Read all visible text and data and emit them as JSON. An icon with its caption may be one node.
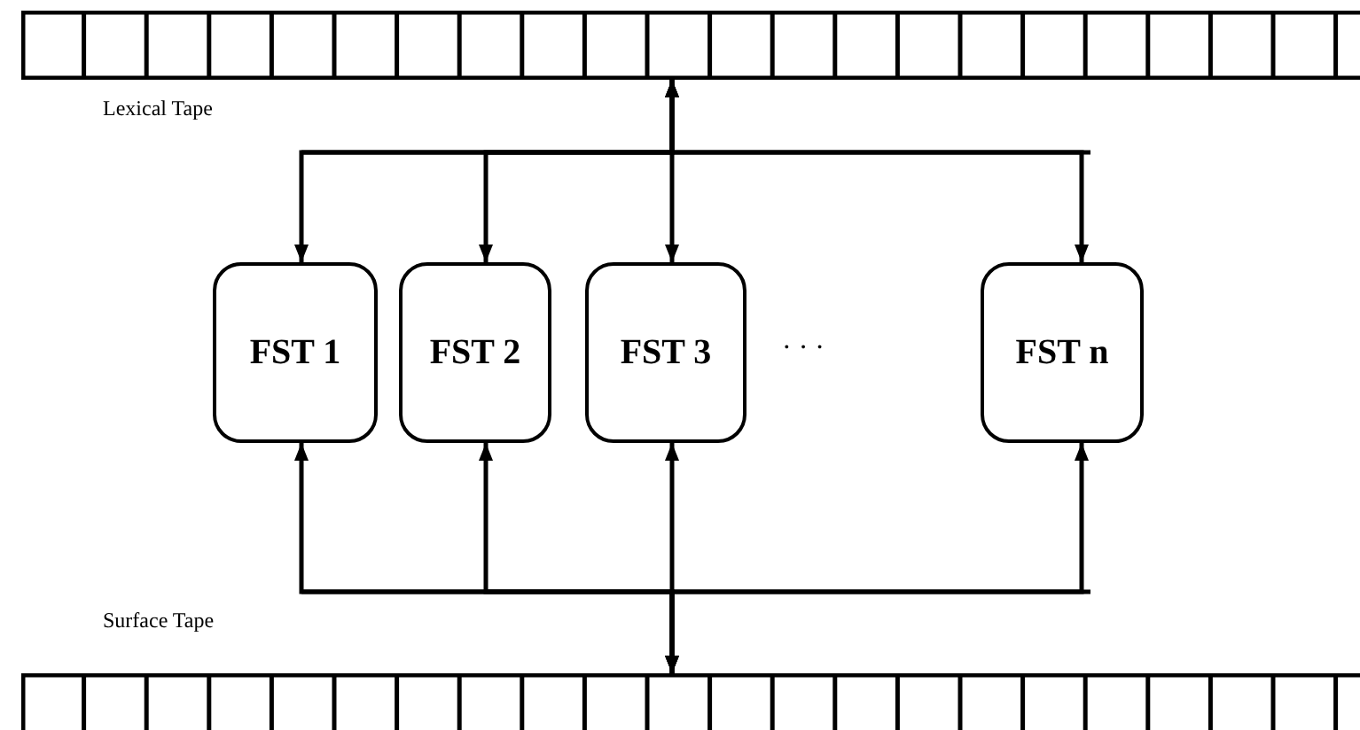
{
  "diagram": {
    "nodes": [
      {
        "text": [],
        "shape": "bar",
        "beside": [
          "Lexical Tape"
        ]
      },
      {
        "text": [
          "FST 1"
        ]
      },
      {
        "text": [
          "FST 2"
        ]
      },
      {
        "text": [
          "FST 3"
        ]
      },
      {
        "text": [
          "FST n"
        ]
      },
      {
        "text": [],
        "shape": "bar",
        "beside": [
          "Surface Tape"
        ]
      }
    ],
    "edges": [
      {
        "from": 0,
        "to": 1,
        "arrow": "both"
      },
      {
        "from": 0,
        "to": 2,
        "arrow": "both"
      },
      {
        "from": 0,
        "to": 3,
        "arrow": "both"
      },
      {
        "from": 0,
        "to": 4,
        "arrow": "both"
      },
      {
        "from": 1,
        "to": 5,
        "arrow": "both"
      },
      {
        "from": 2,
        "to": 5,
        "arrow": "both"
      },
      {
        "from": 3,
        "to": 5,
        "arrow": "both"
      },
      {
        "from": 4,
        "to": 5,
        "arrow": "both"
      }
    ],
    "labels": [
      "· · ·"
    ]
  }
}
